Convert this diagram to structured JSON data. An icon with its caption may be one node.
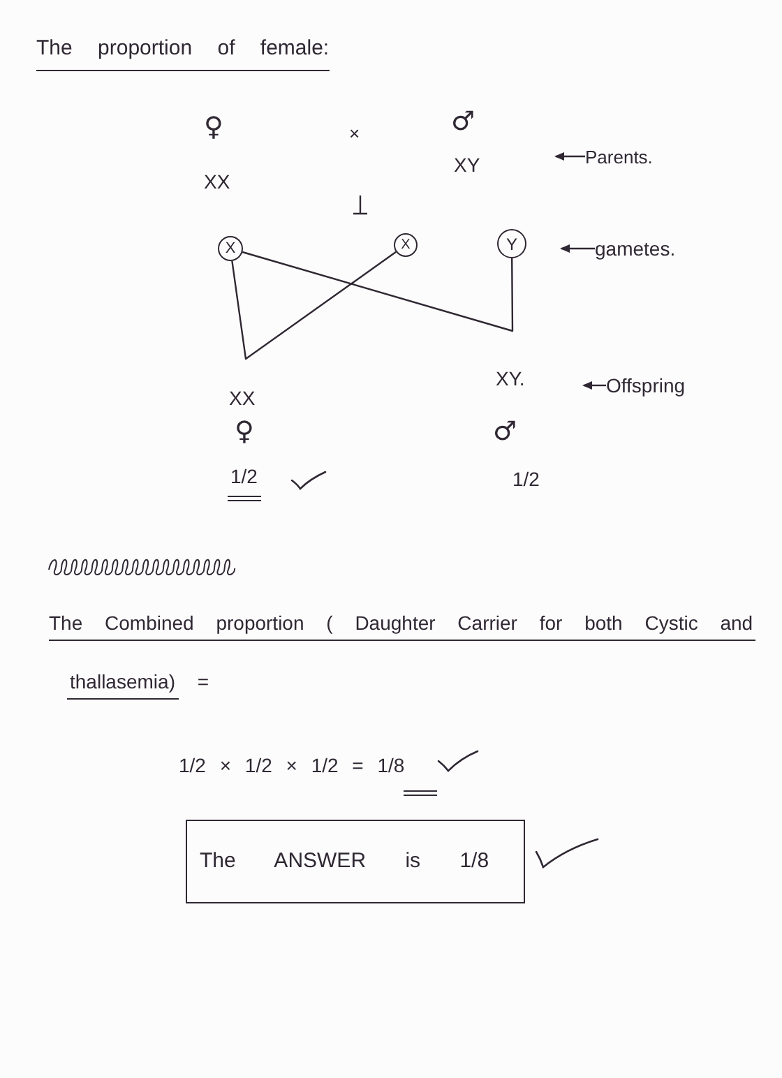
{
  "diagram": {
    "title": "The proportion of female:",
    "nodes": [
      {
        "text": [
          "Parents."
        ]
      },
      {
        "text": [
          "X"
        ]
      },
      {
        "text": [
          "X"
        ]
      },
      {
        "text": [
          "Y"
        ]
      },
      {
        "text": [
          "gametes."
        ]
      },
      {
        "text": [
          "Offspring"
        ]
      },
      {
        "text": [
          "The ANSWER is 1/8"
        ]
      }
    ],
    "edges": [
      {
        "from": 0,
        "to": null,
        "arrow": "to"
      },
      {
        "from": 1,
        "to": 2,
        "arrow": "none"
      },
      {
        "from": 1,
        "to": 3,
        "arrow": "none"
      },
      {
        "from": 4,
        "to": null,
        "arrow": "to"
      },
      {
        "from": 5,
        "to": null,
        "arrow": "to"
      }
    ],
    "labels": [
      "♀",
      "×",
      "♂",
      "XX",
      "XY",
      "XX",
      "XY.",
      "♀",
      "♂",
      "1/2",
      "1/2",
      "The Combined proportion ( Daughter Carrier for both Cystic and thallasemia) =",
      "1/2 × 1/2 × 1/2 = 1/8"
    ]
  }
}
